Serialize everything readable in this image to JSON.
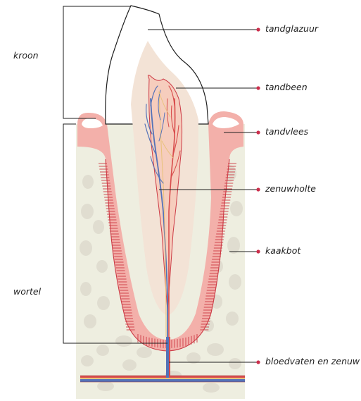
{
  "labels": {
    "tandglazuur": "tandglazuur",
    "tandbeen": "tandbeen",
    "tandvlees": "tandvlees",
    "zenuwholte": "zenuwholte",
    "kaakbot": "kaakbot",
    "bloedvaten": "bloedvaten en zenuw",
    "kroon": "kroon",
    "wortel": "wortel"
  },
  "colors": {
    "bone": "#eeeee0",
    "bone_hole": "#e0ddd0",
    "gum": "#f0a8a2",
    "gum_light": "#f7ccc6",
    "gum_line": "#cc3a45",
    "dentin": "#f3e3d6",
    "pulp": "#f6cdbd",
    "vein": "#5472b8",
    "artery": "#d84c4c",
    "nerve": "#e8c27a",
    "leader": "#1e1e1e",
    "dot": "#cc2d4b"
  }
}
